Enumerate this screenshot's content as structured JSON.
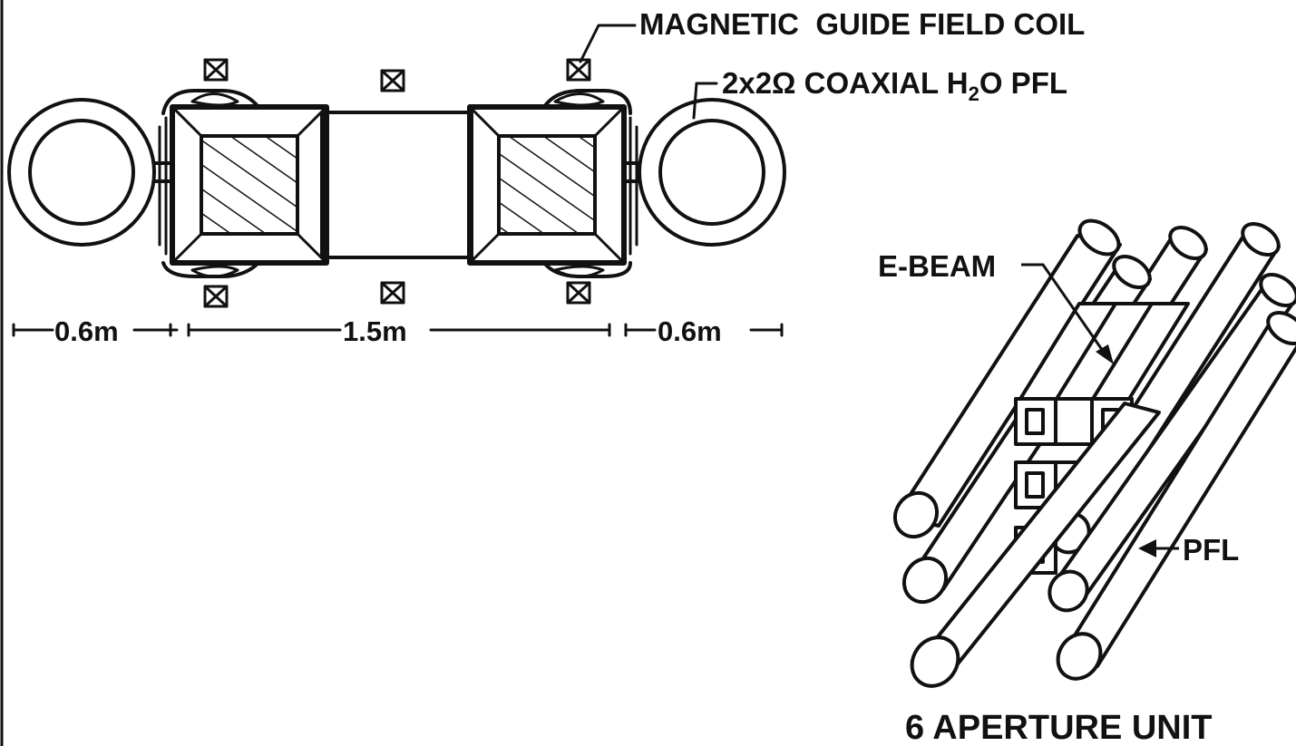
{
  "labels": {
    "guide_coil": "MAGNETIC  GUIDE FIELD COIL",
    "pfl_prefix": "2x2Ω COAXIAL H",
    "pfl_sub": "2",
    "pfl_suffix": "O PFL",
    "ebeam": "E-BEAM",
    "pfl": "PFL",
    "unit_title": "6 APERTURE UNIT"
  },
  "dimensions": {
    "left": "0.6m",
    "middle": "1.5m",
    "right": "0.6m"
  },
  "colors": {
    "ink": "#111111",
    "paper": "#ffffff"
  }
}
